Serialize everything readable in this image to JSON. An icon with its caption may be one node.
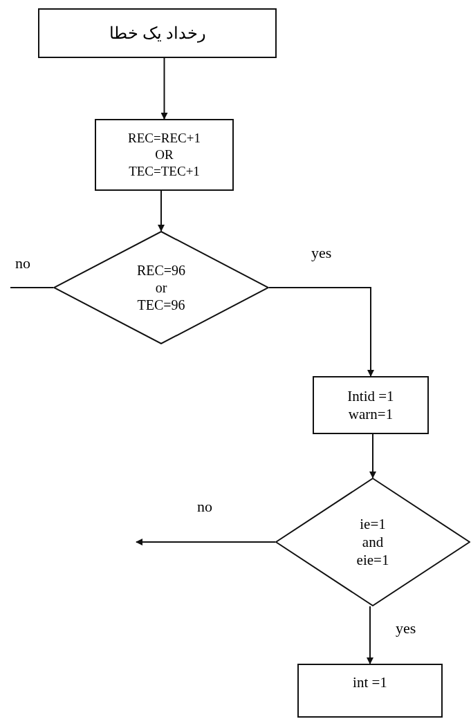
{
  "diagram": {
    "nodes": [
      {
        "text": [
          "رخداد یک خطا"
        ]
      },
      {
        "text": [
          "REC=REC+1 OR TEC=TEC+1"
        ]
      },
      {
        "text": [
          "REC=96 or TEC=96"
        ]
      },
      {
        "text": [
          "Intid =1 warn=1"
        ]
      },
      {
        "text": [
          "ie=1 and eie=1"
        ]
      },
      {
        "text": [
          "int =1"
        ]
      }
    ],
    "edges": [
      {
        "from": 0,
        "to": 1,
        "arrow": "to"
      },
      {
        "from": 1,
        "to": 2,
        "arrow": "to"
      },
      {
        "from": 2,
        "to": 3,
        "arrow": "to",
        "label": "yes"
      },
      {
        "from": 2,
        "to": null,
        "arrow": "none",
        "label": "no"
      },
      {
        "from": 3,
        "to": 4,
        "arrow": "to"
      },
      {
        "from": 4,
        "to": null,
        "arrow": "to",
        "label": "no"
      },
      {
        "from": 4,
        "to": 5,
        "arrow": "to",
        "label": "yes"
      }
    ]
  }
}
